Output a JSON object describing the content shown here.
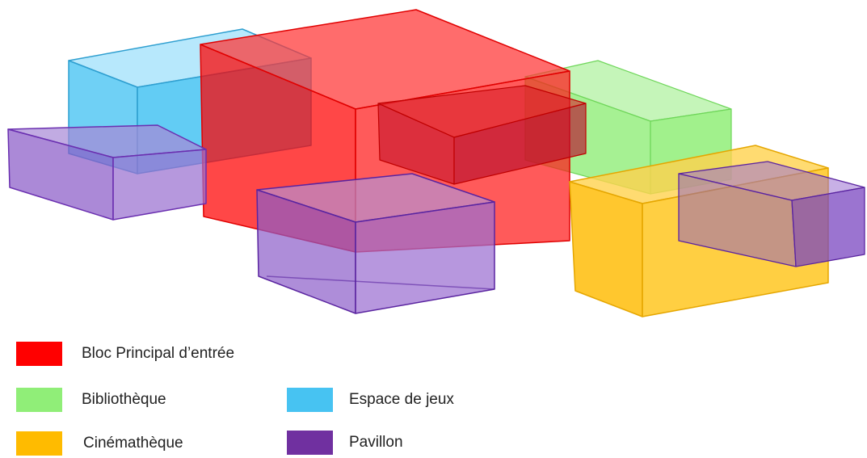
{
  "legend": [
    {
      "id": "principal",
      "label": "Bloc Principal d’entrée",
      "color": "#ff0000"
    },
    {
      "id": "bibliotheque",
      "label": "Bibliothèque",
      "color": "#90ee78"
    },
    {
      "id": "espace",
      "label": "Espace de jeux",
      "color": "#47c3f2"
    },
    {
      "id": "cinema",
      "label": "Cinémathèque",
      "color": "#ffbb00"
    },
    {
      "id": "pavillon",
      "label": "Pavillon",
      "color": "#7030a0"
    }
  ],
  "colors": {
    "principal": "#ff0000",
    "bibliotheque": "#90ee78",
    "espace": "#47c3f2",
    "cinema": "#ffbb00",
    "pavillon": "#7030a0"
  }
}
